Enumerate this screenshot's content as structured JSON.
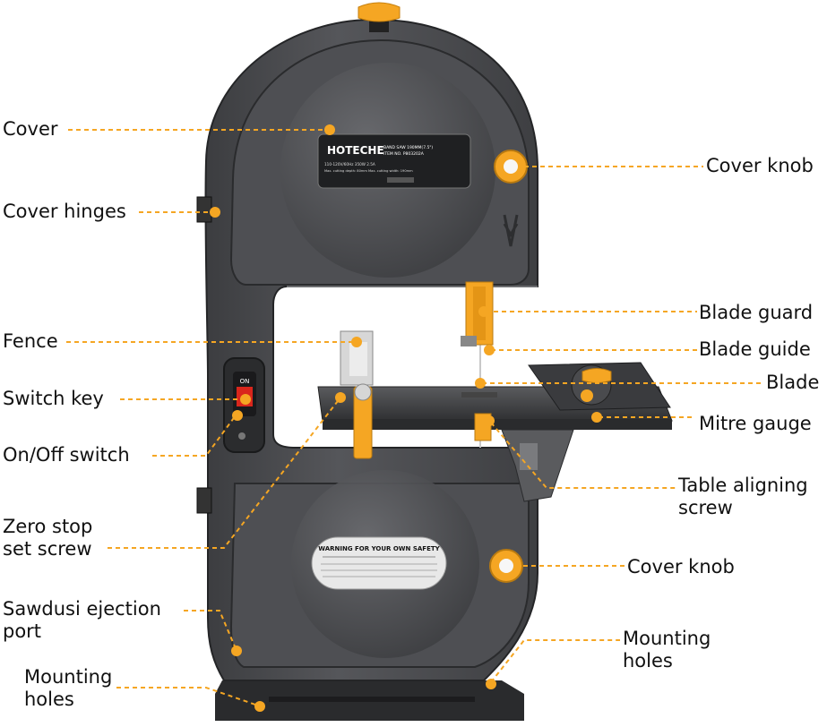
{
  "brand": "HOTECHE",
  "label_plate": {
    "line1": "BAND SAW 190MM(7.5\")",
    "line2": "ITEM NO. P803202A",
    "line3": "110-120V/60Hz  350W  2.5A",
    "line4": "Max. cutting depth: 80mm   Max. cutting width: 190mm"
  },
  "warning_plate": {
    "title": "WARNING FOR YOUR OWN SAFETY"
  },
  "switch": {
    "on_text": "ON"
  },
  "callouts": {
    "cover": "Cover",
    "cover_hinges": "Cover hinges",
    "fence": "Fence",
    "switch_key": "Switch key",
    "onoff_switch": "On/Off switch",
    "zero_stop": "Zero stop\nset screw",
    "sawdust_port": "Sawdusi ejection\nport",
    "mounting_left": "Mounting\nholes",
    "cover_knob_top": "Cover knob",
    "blade_guard": "Blade guard",
    "blade_guide": "Blade guide",
    "blade": "Blade",
    "mitre_gauge": "Mitre gauge",
    "table_aligning": "Table aligning\nscrew",
    "cover_knob_bottom": "Cover knob",
    "mounting_right": "Mounting\nholes"
  },
  "colors": {
    "accent": "#F5A623",
    "body": "#4b4c4f",
    "body_dark": "#2e2f31",
    "leader": "#F5A623",
    "switch_red": "#d9261c"
  }
}
